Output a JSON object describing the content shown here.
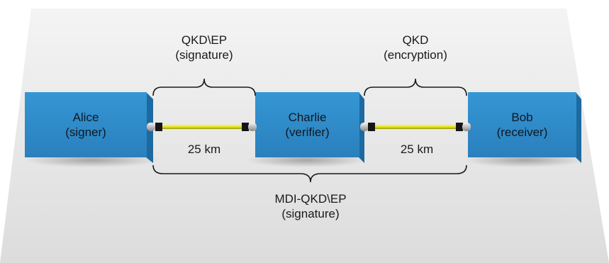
{
  "nodes": {
    "alice": {
      "name": "Alice",
      "role": "(signer)"
    },
    "charlie": {
      "name": "Charlie",
      "role": "(verifier)"
    },
    "bob": {
      "name": "Bob",
      "role": "(receiver)"
    }
  },
  "links": {
    "left": {
      "distance": "25 km",
      "protocol": "QKD\\EP",
      "purpose": "(signature)"
    },
    "right": {
      "distance": "25 km",
      "protocol": "QKD",
      "purpose": "(encryption)"
    }
  },
  "overall": {
    "protocol": "MDI-QKD\\EP",
    "purpose": "(signature)"
  },
  "colors": {
    "box": "#2f8cc9",
    "fiber": "#e8e81a",
    "floor": "#e9e9e9"
  }
}
